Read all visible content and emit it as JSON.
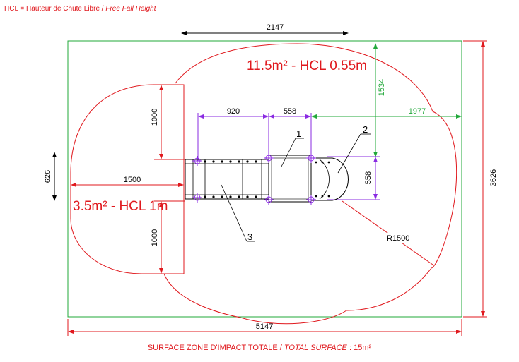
{
  "legend": {
    "abbr": "HCL",
    "eq": " = ",
    "fr": "Hauteur de Chute Libre",
    "sep": " / ",
    "en": "Free Fall Height"
  },
  "zones": {
    "main": "11.5m² - HCL 0.55m",
    "small": "3.5m² - HCL 1m"
  },
  "dimensions": {
    "top_width": "2147",
    "overall_width": "5147",
    "overall_height": "3626",
    "d920": "920",
    "d558_top": "558",
    "d1977": "1977",
    "d1534": "1534",
    "d558_side": "558",
    "d1000_top": "1000",
    "d1000_bottom": "1000",
    "d1500": "1500",
    "d626": "626",
    "radius": "R1500"
  },
  "callouts": {
    "c1": "1",
    "c2": "2",
    "c3": "3"
  },
  "footer": {
    "fr": "SURFACE ZONE D'IMPACT TOTALE",
    "sep": " / ",
    "en": "TOTAL SURFACE",
    "colon": " : ",
    "value": "15m²"
  },
  "colors": {
    "zone_outline": "#e0191e",
    "green_frame": "#21a83a",
    "purple_dim": "#8a2be2",
    "black": "#000000"
  }
}
